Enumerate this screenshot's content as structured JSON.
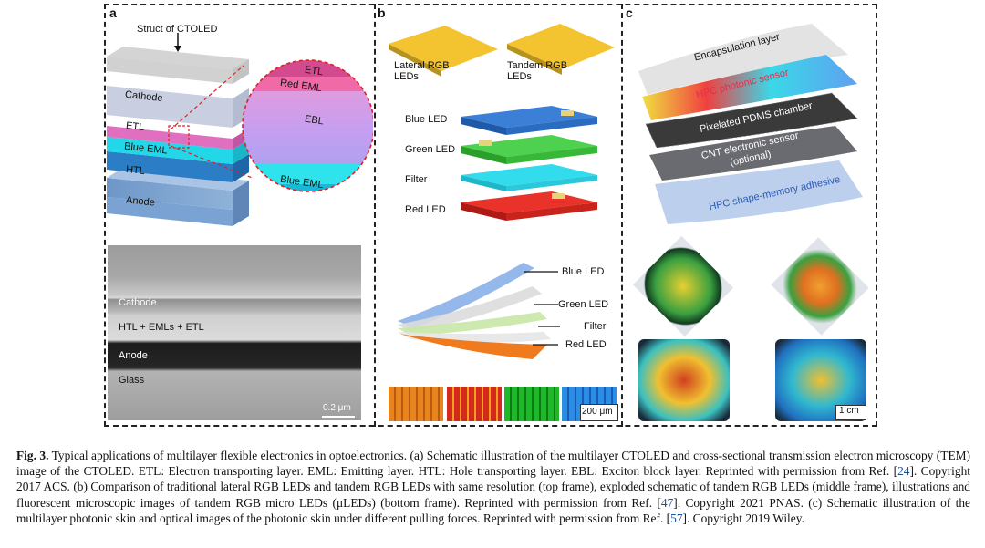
{
  "panels": {
    "a": {
      "label": "a",
      "title": "Struct of CTOLED",
      "layers": [
        "Cathode",
        "ETL",
        "Blue EML",
        "HTL",
        "Anode"
      ],
      "zoom_layers": [
        "ETL",
        "Red EML",
        "EBL",
        "Blue EML"
      ],
      "tem_layers": [
        "Cathode",
        "HTL + EMLs + ETL",
        "Anode",
        "Glass"
      ],
      "scale_bar": "0.2 μm"
    },
    "b": {
      "label": "b",
      "top_labels": [
        "Lateral RGB LEDs",
        "Tandem RGB LEDs"
      ],
      "exploded_layers": [
        "Blue LED",
        "Green LED",
        "Filter",
        "Red LED"
      ],
      "flex_layers": [
        "Blue LED",
        "Green LED",
        "Filter",
        "Red LED"
      ],
      "scale_bar": "200 μm"
    },
    "c": {
      "label": "c",
      "layers": [
        "Encapsulation layer",
        "HPC photonic sensor",
        "Pixelated PDMS chamber",
        "CNT electronic sensor",
        "(optional)",
        "HPC shape-memory adhesive"
      ],
      "scale_bar": "1 cm"
    }
  },
  "caption": {
    "fig": "Fig. 3.",
    "text_1": " Typical applications of multilayer flexible electronics in optoelectronics. (a) Schematic illustration of the multilayer CTOLED and cross-sectional transmission electron microscopy (TEM) image of the CTOLED. ETL: Electron transporting layer. EML: Emitting layer. HTL: Hole transporting layer. EBL: Exciton block layer. Reprinted with permission from Ref. [",
    "ref_1": "24",
    "text_2": "]. Copyright 2017 ACS. (b) Comparison of traditional lateral RGB LEDs and tandem RGB LEDs with same resolution (top frame), exploded schematic of tandem RGB LEDs (middle frame), illustrations and fluorescent microscopic images of tandem RGB micro LEDs (μLEDs) (bottom frame). Reprinted with permission from Ref. [",
    "ref_2": "47",
    "text_3": "]. Copyright 2021 PNAS. (c) Schematic illustration of the multilayer photonic skin and optical images of the photonic skin under different pulling forces. Reprinted with permission from Ref. [",
    "ref_3": "57",
    "text_4": "]. Copyright 2019 Wiley."
  }
}
